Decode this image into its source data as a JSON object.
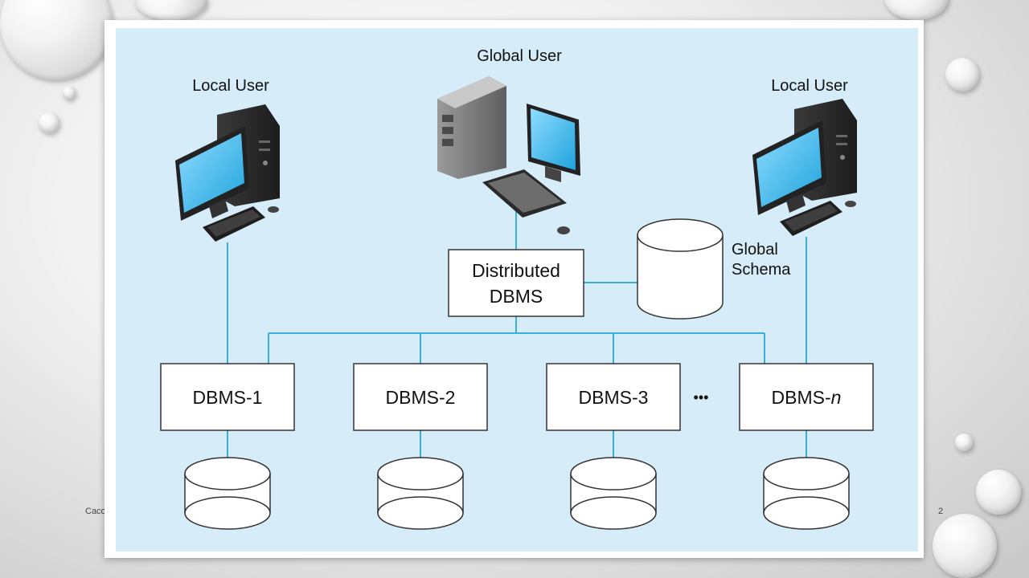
{
  "footer": {
    "left_text": "Caco",
    "page_number": "2"
  },
  "diagram": {
    "users": {
      "local_left": "Local User",
      "global": "Global User",
      "local_right": "Local User"
    },
    "distributed_dbms": {
      "line1": "Distributed",
      "line2": "DBMS"
    },
    "global_schema": {
      "line1": "Global",
      "line2": "Schema"
    },
    "dbms_nodes": [
      "DBMS-1",
      "DBMS-2",
      "DBMS-3",
      "DBMS-"
    ],
    "dbms_n_suffix": "n",
    "ellipsis": "•••"
  },
  "colors": {
    "panel_bg": "#d6ecf8",
    "connector": "#3ab0d8",
    "box_border": "#333333",
    "screen": "#3fb8ea"
  },
  "icons": [
    "desktop-computer-icon",
    "tower-computer-icon",
    "database-cylinder-icon",
    "water-drop-decoration"
  ]
}
